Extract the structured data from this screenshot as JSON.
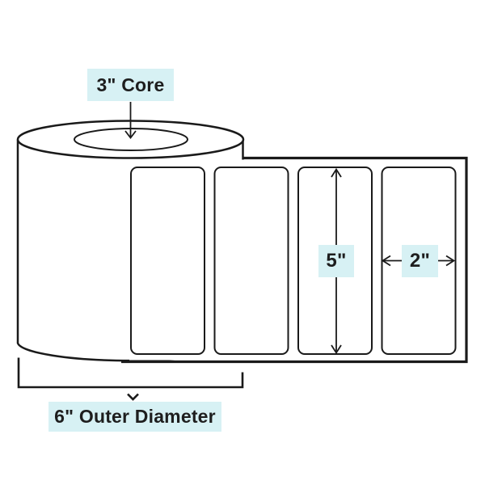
{
  "diagram_title": "label-roll-dimensions",
  "labels": {
    "core": "3\" Core",
    "outer_diameter": "6\" Outer Diameter",
    "label_height": "5\"",
    "label_width": "2\""
  },
  "label_rect_count": 4,
  "colors": {
    "highlight": "#d7f1f4",
    "line": "#1a1a1a",
    "text": "#1e1e1e",
    "fill": "#ffffff",
    "background": "#ffffff"
  }
}
